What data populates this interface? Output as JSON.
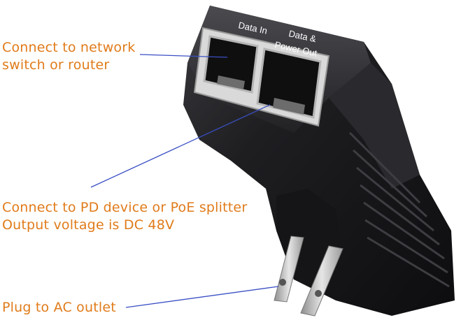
{
  "image": {
    "description": "Product photo of a black PoE injector wall adapter with two RJ45 ports and US plug prongs, with orange callout labels and blue leader lines",
    "colors": {
      "callout_text": "#e07b1a",
      "leader_line": "#3a4fc4",
      "device_body": "#1b1b1d",
      "prong": "#c9c9c9",
      "background": "#ffffff"
    }
  },
  "device": {
    "port_label_in": "Data In",
    "port_label_out_line1": "Data &",
    "port_label_out_line2": "Power Out"
  },
  "callouts": {
    "network": {
      "line1": "Connect to network",
      "line2": "switch or router"
    },
    "pd": {
      "line1": "Connect to PD device or PoE splitter",
      "line2": "Output voltage is DC 48V"
    },
    "ac": {
      "line1": "Plug to AC outlet"
    }
  }
}
